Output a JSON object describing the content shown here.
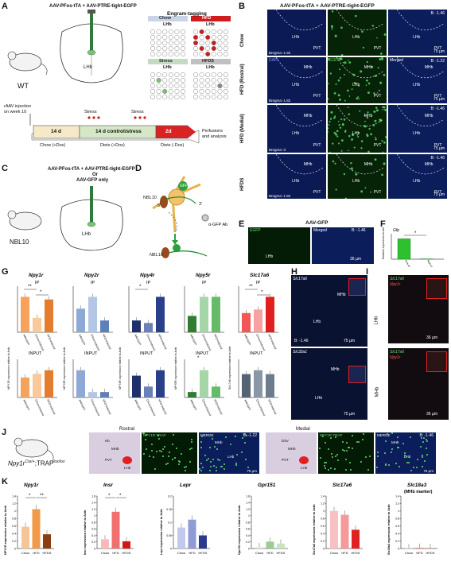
{
  "panels": {
    "A": "A",
    "B": "B",
    "C": "C",
    "D": "D",
    "E": "E",
    "F": "F",
    "G": "G",
    "H": "H",
    "I": "I",
    "J": "J",
    "K": "K"
  },
  "panelA": {
    "wt": "WT",
    "vector": "AAV-PFos-tTA + AAV-PTRE-tight-EGFP",
    "lhb": "LHb",
    "engram_title": "Engram-tagging",
    "groups": [
      "Chow",
      "HFD",
      "Stress",
      "HFDS"
    ],
    "group_colors": [
      "#c9d4e6",
      "#d01c1c",
      "#c3dcc1",
      "#c0c0c0"
    ],
    "rAAV": "rAAV injection",
    "rAAV2": "on week 10",
    "box1": "14 d",
    "box2": "14 d control/stress",
    "box3": "2d",
    "stress1": "Stress",
    "stress2": "Stress",
    "perf": "Perfusions",
    "perf2": "and analysis",
    "chow": "Chow (+Dox)",
    "diets": "Diets (+Dox)",
    "diets2": "Diets (-Dox)"
  },
  "panelB": {
    "title": "AAV-PFos-tTA + AAV-PTRE-tight-EGFP",
    "rows": [
      "Chow",
      "HFD (Rostral)",
      "HFD (Medial)",
      "HFDS"
    ],
    "bregma": [
      "Bregma:-1.82",
      "Bregma:-1.82",
      "Bregma:-3",
      "Bregma:-1.82"
    ],
    "bvals": [
      "B: -1.46",
      "B: -1.22",
      "B: -1.46",
      "B: -1.46"
    ],
    "dapi": "DAPI",
    "egfp": "EGFP",
    "merged": "Merged",
    "lhb": "LHb",
    "mhb": "MHb",
    "pvt": "PVT",
    "scale": "75 µm"
  },
  "panelC": {
    "vector1": "AAV-PFos-tTA + AAV-PTRE-tight-EGFP",
    "or": "Or",
    "vector2": "AAV-GFP only",
    "nbl": "NBL10",
    "lhb": "LHb"
  },
  "panelD": {
    "gfp": "GFP",
    "nbl": "NBL10",
    "ab": "α-GFP Ab",
    "p5": "5'",
    "p3": "3'"
  },
  "panelE": {
    "title": "AAV-GFP",
    "egfp": "EGFP",
    "merged": "Merged",
    "b": "B: -1.46",
    "lhb": "LHb",
    "pvt": "PVT",
    "scale": "36 µm"
  },
  "panelF": {
    "gene": "Gfp",
    "ylabel": "Relative expression to Actb",
    "sig": "*",
    "chart_data": {
      "type": "bar",
      "categories": [
        "Fos-induced",
        "Non-induced"
      ],
      "values": [
        3.2,
        0.05
      ],
      "ylim": [
        0,
        4
      ]
    }
  },
  "panelG": {
    "ip": "IP",
    "input": "INPUT",
    "chart_data": [
      {
        "type": "bar",
        "gene": "Npy1r",
        "ylabel": "NPY1R expression relative to Actb",
        "categories": [
          "AAV-GFP",
          "Chow-induced",
          "HFD-induced"
        ],
        "ip_values": [
          2.7,
          1.1,
          2.5
        ],
        "input_values": [
          1.1,
          1.3,
          1.5
        ],
        "colors": [
          "#f5a25d",
          "#f9c99c",
          "#e57d2e"
        ],
        "ip_sig": [
          "**",
          "*"
        ]
      },
      {
        "type": "bar",
        "gene": "Npy2r",
        "ylabel": "NPY2R expression relative to Actb",
        "categories": [
          "AAV-GFP",
          "Chow-induced",
          "HFD-induced"
        ],
        "ip_values": [
          0.2,
          0.3,
          0.1
        ],
        "input_values": [
          0.25,
          0.05,
          0.05
        ],
        "colors": [
          "#8fa9d6",
          "#b3c6e6",
          "#5f7fb8"
        ],
        "ip_sig": []
      },
      {
        "type": "bar",
        "gene": "Npy4r",
        "ylabel": "NPY4R expression relative to Actb",
        "categories": [
          "AAV-GFP",
          "Chow-induced",
          "HFD-induced"
        ],
        "ip_values": [
          0.7,
          0.55,
          2.1
        ],
        "input_values": [
          0.2,
          0.1,
          0.25
        ],
        "colors": [
          "#1f2f6b",
          "#6b7fb8",
          "#2a3f8a"
        ],
        "ip_sig": [
          "*"
        ]
      },
      {
        "type": "bar",
        "gene": "Npy5r",
        "ylabel": "NPY5R expression relative to Actb",
        "categories": [
          "AAV-GFP",
          "Chow-induced",
          "HFD-induced"
        ],
        "ip_values": [
          0.6,
          1.3,
          1.3
        ],
        "input_values": [
          0.05,
          0.25,
          0.1
        ],
        "colors": [
          "#2e7d32",
          "#a5d6a7",
          "#66bb6a"
        ],
        "ip_sig": [],
        "input_sig": [
          "*"
        ]
      },
      {
        "type": "bar",
        "gene": "Slc17a6",
        "ylabel": "Slc17a6 expression relative to Actb",
        "categories": [
          "AAV-GFP",
          "Chow-induced",
          "HFD-induced"
        ],
        "ip_values": [
          38,
          45,
          70
        ],
        "input_values": [
          60,
          70,
          60
        ],
        "colors_ip": [
          "#f25757",
          "#f7a1a1",
          "#e01f1f"
        ],
        "colors_input": [
          "#556474",
          "#8a97a6",
          "#6d7c8c"
        ],
        "ip_sig": [
          "**",
          "*"
        ]
      }
    ]
  },
  "panelH": {
    "gene1": "Slc17a6",
    "gene2": "Slc32a1",
    "mhb": "MHb",
    "lhb": "LHb",
    "b": "B: -1.46",
    "scale": "75 µm"
  },
  "panelI": {
    "g1": "Slc17a6",
    "g2": "Npy1r",
    "lhb": "LHb",
    "mhb": "MHb",
    "scale": "36 µm"
  },
  "panelJ": {
    "mouse": "Npy1r",
    "sup1": "Cre/+",
    "mid": ";TRAP",
    "sup2": "lox/lox",
    "rostral": "Rostral",
    "medial": "Medial",
    "trap": "NPY1R-TRAP",
    "merge": "MERGE",
    "b1": "B: -1.22",
    "b2": "B: -1.46",
    "mhb": "MHb",
    "lhb": "LHb",
    "pvt": "PVT",
    "hb": "Hb",
    "d3v": "D3V",
    "scale": "75 µm"
  },
  "panelK": {
    "chart_data": [
      {
        "type": "bar",
        "gene": "Npy1r",
        "ylabel": "NPY1R expression relative to Actb",
        "categories": [
          "Chow",
          "HFD",
          "HFDS"
        ],
        "values": [
          0.58,
          1.05,
          0.38
        ],
        "ylim": [
          0,
          1.4
        ],
        "ticks": [
          "0",
          "0.2",
          "0.4",
          "0.6",
          "0.8",
          "1",
          "1.2",
          "1.4"
        ],
        "colors": [
          "#f5c59a",
          "#f29a4a",
          "#8a3e12"
        ],
        "sig": [
          "*",
          "**"
        ]
      },
      {
        "type": "bar",
        "gene": "Insr",
        "ylabel": "Insr expression relative to Actb",
        "categories": [
          "Chow",
          "HFD",
          "HFDS"
        ],
        "values": [
          0.28,
          1.12,
          0.22
        ],
        "ylim": [
          0,
          1.6
        ],
        "ticks": [
          "0",
          "0.2",
          "0.4",
          "0.6",
          "0.8",
          "1",
          "1.2",
          "1.4",
          "1.6"
        ],
        "colors": [
          "#f7b9b9",
          "#f07070",
          "#d41616"
        ],
        "sig": [
          "*",
          "*"
        ]
      },
      {
        "type": "bar",
        "gene": "Lepr",
        "ylabel": "Lepr expression relative to Actb",
        "categories": [
          "Chow",
          "HFD",
          "HFDS"
        ],
        "values": [
          0.08,
          0.11,
          0.05
        ],
        "ylim": [
          0,
          0.2
        ],
        "ticks": [
          "0",
          "0.05",
          "0.1",
          "0.15",
          "0.2"
        ],
        "colors": [
          "#c3c9ea",
          "#8f9ad6",
          "#2b3a8f"
        ],
        "sig": []
      },
      {
        "type": "bar",
        "gene": "Gpr151",
        "ylabel": "Gpr151 expression relative to Actb",
        "categories": [
          "Chow",
          "HFD",
          "HFDS"
        ],
        "values": [
          0.05,
          0.21,
          0.15
        ],
        "ylim": [
          0,
          1.6
        ],
        "ticks": [
          "0",
          "0.2",
          "0.4",
          "0.6",
          "0.8",
          "1",
          "1.2",
          "1.4",
          "1.6"
        ],
        "colors": [
          "#dff0d8",
          "#9ccc8f",
          "#c7e4bd"
        ],
        "sig": []
      },
      {
        "type": "bar",
        "gene": "Slc17a6",
        "ylabel": "Slc17a6 expression relative to Actb",
        "categories": [
          "Chow",
          "HFD",
          "HFDS"
        ],
        "values": [
          1.0,
          0.9,
          0.5
        ],
        "ylim": [
          0,
          1.4
        ],
        "ticks": [
          "0",
          "0.2",
          "0.4",
          "0.6",
          "0.8",
          "1",
          "1.2",
          "1.4"
        ],
        "colors": [
          "#f9c1c1",
          "#f49a9a",
          "#e02222"
        ],
        "sig": []
      },
      {
        "type": "bar",
        "gene": "Slc18a3",
        "subtitle": "(MHb marker)",
        "ylabel": "Slc18a3 expression relative to Actb",
        "categories": [
          "Chow",
          "HFD",
          "HFDS"
        ],
        "values": [
          0.01,
          0.02,
          0.01
        ],
        "ylim": [
          0,
          1.4
        ],
        "ticks": [
          "0",
          "0.2",
          "0.4",
          "0.6",
          "0.8",
          "1",
          "1.2",
          "1.4"
        ],
        "colors": [
          "#f6c7c7",
          "#f08c8c",
          "#e35c5c"
        ],
        "sig": []
      }
    ]
  }
}
